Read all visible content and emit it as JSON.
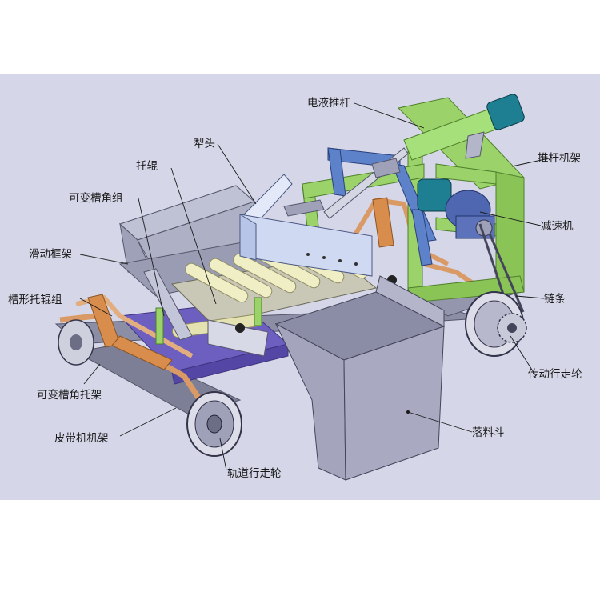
{
  "diagram": {
    "labels": {
      "pusher_actuator": "电液推杆",
      "pusher_frame": "推杆机架",
      "plow_head": "犁头",
      "idler": "托辊",
      "variable_trough_set": "可变槽角组",
      "sliding_frame": "滑动框架",
      "trough_idler_set": "槽形托辊组",
      "variable_trough_bracket": "可变槽角托架",
      "belt_frame": "皮带机机架",
      "rail_wheel": "轨道行走轮",
      "reducer": "减速机",
      "chain": "链条",
      "drive_wheel": "传动行走轮",
      "hopper": "落料斗"
    },
    "colors": {
      "background_panel": "#d5d7e8",
      "steel_gray": "#a9abc2",
      "hopper_gray": "#a4a5bd",
      "green_frame": "#9bd36a",
      "blue_frame": "#5e82c9",
      "plow_blue": "#cfd9f2",
      "roller_yellow": "#efeec4",
      "orange_bracket": "#d99a66",
      "purple_base": "#6d5fc0",
      "motor_teal": "#1f7f92",
      "text": "#1a1a1a"
    }
  }
}
